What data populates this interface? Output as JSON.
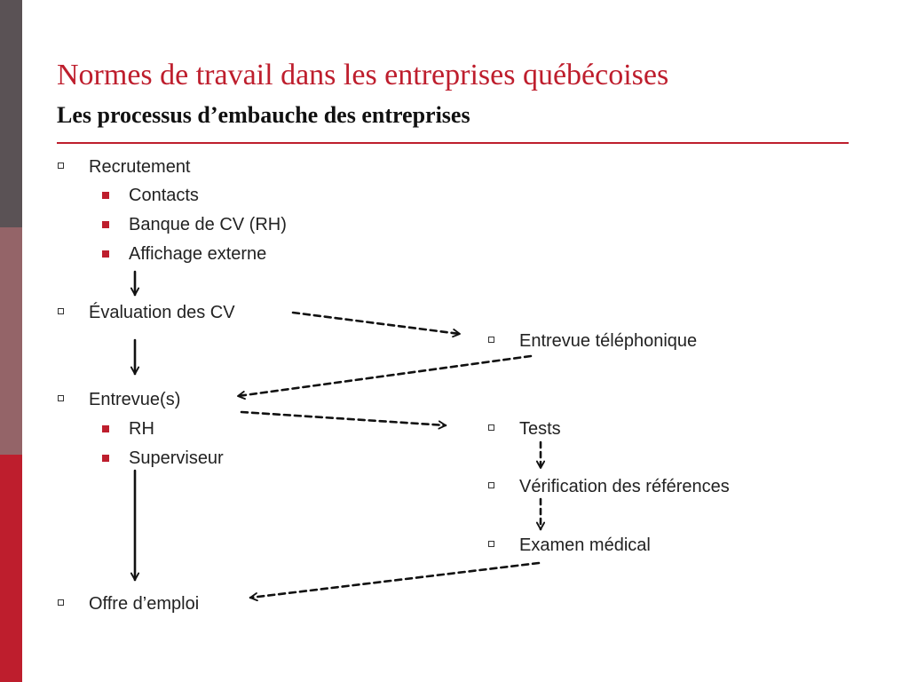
{
  "colors": {
    "accent": "#BE1E2D",
    "band_top": "#5A5255",
    "band_mid": "#946468",
    "band_bot": "#BE1E2D",
    "text": "#222222",
    "arrow": "#111111"
  },
  "header": {
    "title": "Normes de travail dans les entreprises québécoises",
    "subtitle": "Les processus d’embauche des entreprises"
  },
  "left": {
    "recrutement": "Recrutement",
    "recrutement_subs": [
      "Contacts",
      "Banque de CV (RH)",
      "Affichage externe"
    ],
    "evaluation": "Évaluation des CV",
    "entrevues": "Entrevue(s)",
    "entrevues_subs": [
      "RH",
      "Superviseur"
    ],
    "offre": "Offre d’emploi"
  },
  "right": {
    "entrevue_tel": "Entrevue téléphonique",
    "tests": "Tests",
    "verification": "Vérification des références",
    "examen": "Examen médical"
  }
}
